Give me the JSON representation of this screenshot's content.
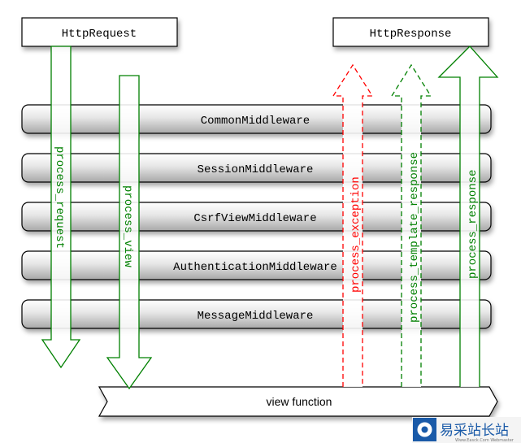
{
  "boxes": {
    "request": "HttpRequest",
    "response": "HttpResponse"
  },
  "middlewares": [
    "CommonMiddleware",
    "SessionMiddleware",
    "CsrfViewMiddleware",
    "AuthenticationMiddleware",
    "MessageMiddleware"
  ],
  "arrows": {
    "process_request": "process_request",
    "process_view": "process_view",
    "process_exception": "process_exception",
    "process_template_response": "process_template_response",
    "process_response": "process_response"
  },
  "view_function": "view function",
  "colors": {
    "green": "#008000",
    "red": "#ff0000"
  },
  "watermark": {
    "title": "易采站长站",
    "subtitle": "Www.Easck.Com Webmaster"
  }
}
